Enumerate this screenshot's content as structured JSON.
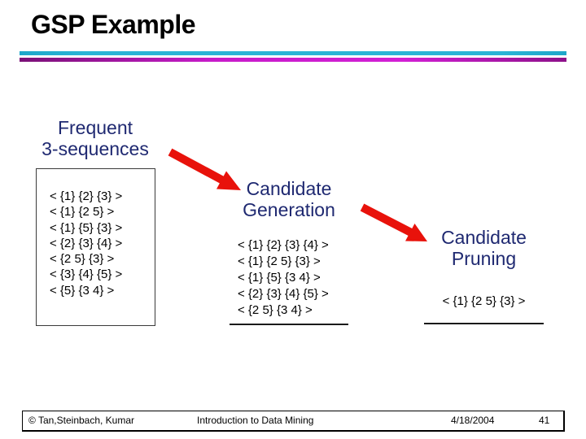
{
  "slide": {
    "title": "GSP Example",
    "footer": {
      "copyright": "© Tan,Steinbach, Kumar",
      "center": "Introduction to Data Mining",
      "date": "4/18/2004",
      "page": "41"
    }
  },
  "diagram": {
    "frequent": {
      "label_line1": "Frequent",
      "label_line2": "3-sequences",
      "items": [
        "< {1} {2} {3} >",
        "< {1} {2 5} >",
        "< {1} {5} {3} >",
        "< {2} {3} {4} >",
        "< {2 5} {3} >",
        "< {3} {4} {5} >",
        "< {5} {3 4} >"
      ]
    },
    "generation": {
      "label_line1": "Candidate",
      "label_line2": "Generation",
      "items": [
        "< {1} {2} {3} {4} >",
        "< {1} {2 5} {3} >",
        "< {1} {5} {3 4} >",
        "< {2} {3} {4} {5} >",
        "< {2 5} {3 4} >"
      ]
    },
    "pruning": {
      "label_line1": "Candidate",
      "label_line2": "Pruning",
      "items": [
        "< {1} {2 5} {3} >"
      ]
    }
  },
  "colors": {
    "label_navy": "#1f2971",
    "arrow_red": "#e8120b",
    "rule_cyan": "#2ab4d6",
    "rule_magenta": "#c71bc9"
  }
}
